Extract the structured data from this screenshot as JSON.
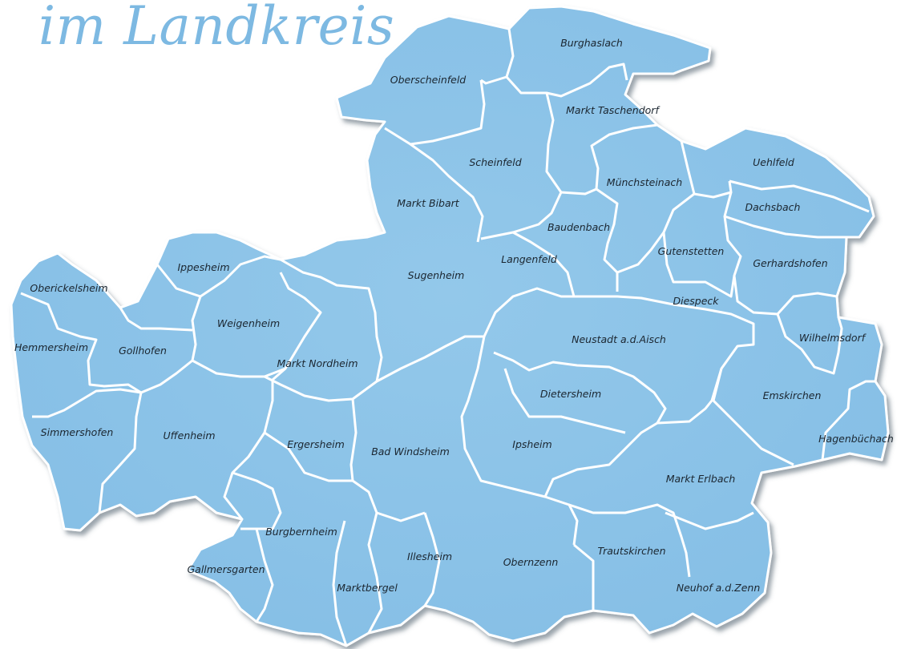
{
  "title": "im Landkreis",
  "colors": {
    "region_fill": "#8cc3e8",
    "region_edge": "#6fb0de",
    "border": "#ffffff",
    "title": "#7db9e2",
    "label_text": "#1b2630"
  },
  "municipalities": [
    "Burghaslach",
    "Oberscheinfeld",
    "Markt Taschendorf",
    "Scheinfeld",
    "Uehlfeld",
    "Münchsteinach",
    "Markt Bibart",
    "Dachsbach",
    "Baudenbach",
    "Gutenstetten",
    "Langenfeld",
    "Gerhardshofen",
    "Ippesheim",
    "Sugenheim",
    "Oberickelsheim",
    "Diespeck",
    "Weigenheim",
    "Neustadt a.d.Aisch",
    "Wilhelmsdorf",
    "Hemmersheim",
    "Gollhofen",
    "Markt Nordheim",
    "Dietersheim",
    "Emskirchen",
    "Simmershofen",
    "Uffenheim",
    "Ergersheim",
    "Hagenbüchach",
    "Bad Windsheim",
    "Ipsheim",
    "Markt Erlbach",
    "Burgbernheim",
    "Illesheim",
    "Obernzenn",
    "Trautskirchen",
    "Gallmersgarten",
    "Neuhof a.d.Zenn",
    "Marktbergel"
  ]
}
